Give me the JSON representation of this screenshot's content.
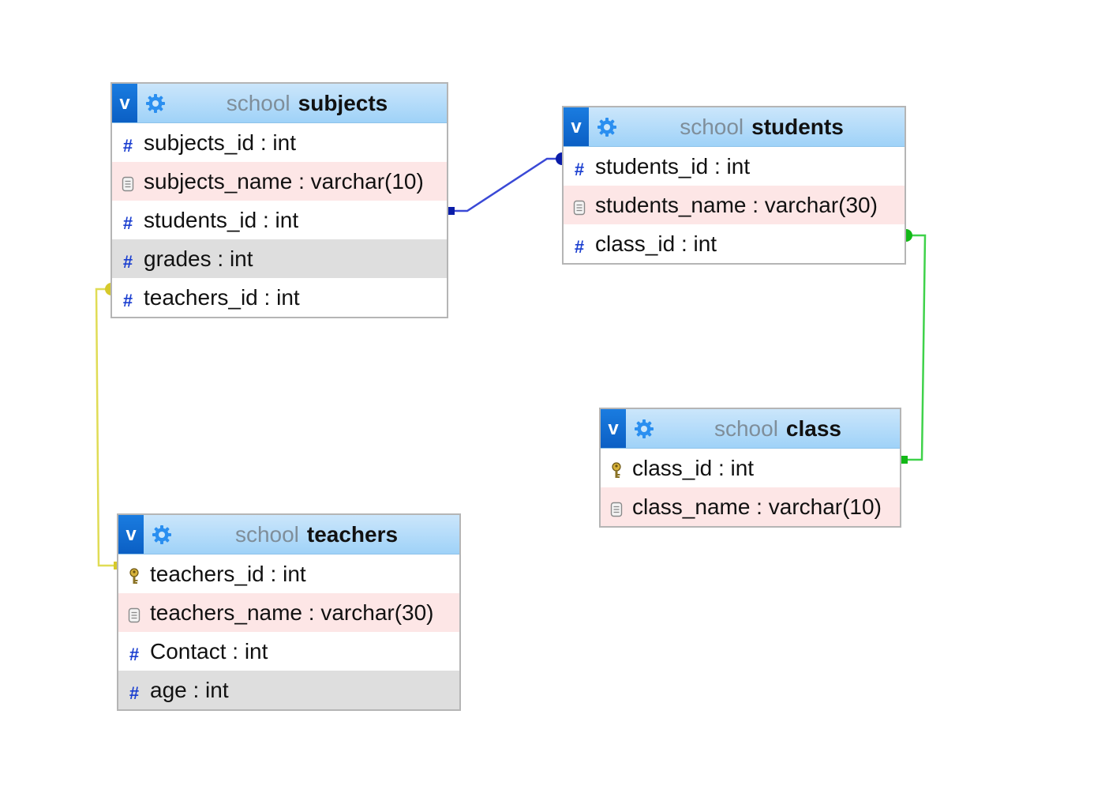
{
  "colors": {
    "header_top": "#cbe6fb",
    "header_bottom": "#9fd2f8",
    "v_button": "#0b5fc4",
    "row_white": "#ffffff",
    "row_pink": "#fde6e6",
    "row_gray": "#dedede",
    "link_blue": "#3a49d6",
    "link_green": "#3fd24a",
    "link_yellow": "#e0dc55"
  },
  "tables": {
    "subjects": {
      "v_label": "v",
      "db": "school",
      "name": "subjects",
      "columns": [
        {
          "icon": "number-type-icon",
          "text": "subjects_id : int",
          "bg": "white"
        },
        {
          "icon": "text-type-icon",
          "text": "subjects_name : varchar(10)",
          "bg": "pink"
        },
        {
          "icon": "number-type-icon",
          "text": "students_id : int",
          "bg": "white"
        },
        {
          "icon": "number-type-icon",
          "text": "grades : int",
          "bg": "gray"
        },
        {
          "icon": "number-type-icon",
          "text": "teachers_id : int",
          "bg": "white"
        }
      ]
    },
    "students": {
      "v_label": "v",
      "db": "school",
      "name": "students",
      "columns": [
        {
          "icon": "number-type-icon",
          "text": "students_id : int",
          "bg": "white"
        },
        {
          "icon": "text-type-icon",
          "text": "students_name : varchar(30)",
          "bg": "pink"
        },
        {
          "icon": "number-type-icon",
          "text": "class_id : int",
          "bg": "white"
        }
      ]
    },
    "class": {
      "v_label": "v",
      "db": "school",
      "name": "class",
      "columns": [
        {
          "icon": "primary-key-icon",
          "text": "class_id : int",
          "bg": "white"
        },
        {
          "icon": "text-type-icon",
          "text": "class_name : varchar(10)",
          "bg": "pink"
        }
      ]
    },
    "teachers": {
      "v_label": "v",
      "db": "school",
      "name": "teachers",
      "columns": [
        {
          "icon": "primary-key-icon",
          "text": "teachers_id : int",
          "bg": "white"
        },
        {
          "icon": "text-type-icon",
          "text": "teachers_name : varchar(30)",
          "bg": "pink"
        },
        {
          "icon": "number-type-icon",
          "text": "Contact : int",
          "bg": "white"
        },
        {
          "icon": "number-type-icon",
          "text": "age : int",
          "bg": "gray"
        }
      ]
    }
  },
  "relations": [
    {
      "from_table": "subjects",
      "from_column": "students_id",
      "to_table": "students",
      "to_column": "students_id",
      "color": "#3a49d6"
    },
    {
      "from_table": "students",
      "from_column": "class_id",
      "to_table": "class",
      "to_column": "class_id",
      "color": "#3fd24a"
    },
    {
      "from_table": "subjects",
      "from_column": "teachers_id",
      "to_table": "teachers",
      "to_column": "teachers_id",
      "color": "#e0dc55"
    }
  ]
}
